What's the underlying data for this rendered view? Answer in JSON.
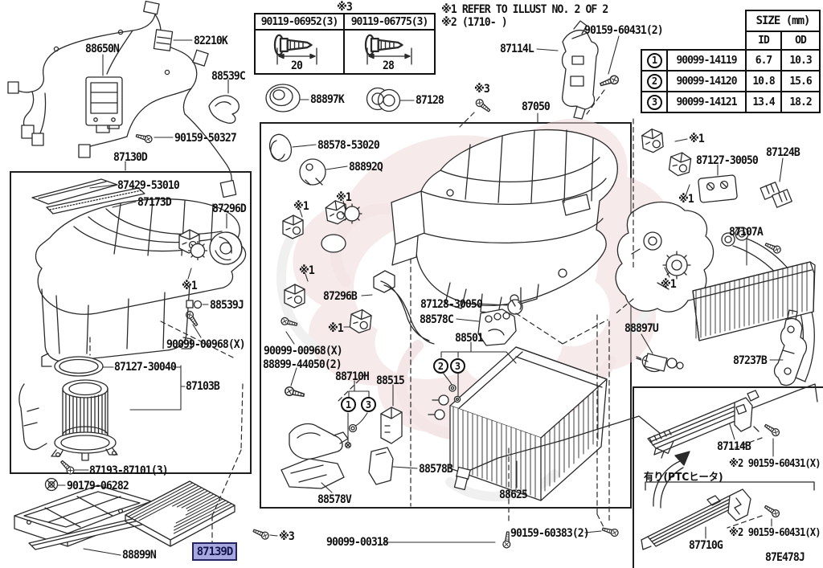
{
  "notes": {
    "note1": "※1 REFER TO ILLUST NO. 2 OF 2",
    "note2": "※2 (1710-        )"
  },
  "bolt_table": {
    "mark": "※3",
    "left_part": "90119-06952(3)",
    "left_dim": "20",
    "right_part": "90119-06775(3)",
    "right_dim": "28"
  },
  "size_table": {
    "title": "SIZE (mm)",
    "id_header": "ID",
    "od_header": "OD",
    "rows": [
      {
        "num": "1",
        "part": "90099-14119",
        "id": "6.7",
        "od": "10.3"
      },
      {
        "num": "2",
        "part": "90099-14120",
        "id": "10.8",
        "od": "15.6"
      },
      {
        "num": "3",
        "part": "90099-14121",
        "id": "13.4",
        "od": "18.2"
      }
    ]
  },
  "parts": {
    "p88650N": "88650N",
    "p82210K": "82210K",
    "p88539C": "88539C",
    "p90159_50327": "90159-50327",
    "p87130D": "87130D",
    "p87114L": "87114L",
    "p90159_60431_2": "90159-60431(2)",
    "p87050": "87050",
    "p87429_53010": "87429-53010",
    "p87173D": "87173D",
    "p87296D": "87296D",
    "p88539J": "88539J",
    "p90099_00968X": "90099-00968(X)",
    "p87127_30040": "87127-30040",
    "p87103B": "87103B",
    "p87193_87101_3": "87193-87101(3)",
    "p90179_06282": "90179-06282",
    "p88899N": "88899N",
    "p88897K": "88897K",
    "p87128": "87128",
    "p88578_53020": "88578-53020",
    "p88892Q": "88892Q",
    "p87296B": "87296B",
    "p88899_44050_2": "88899-44050(2)",
    "p88710H": "88710H",
    "p88515": "88515",
    "p87128_30050": "87128-30050",
    "p88578C": "88578C",
    "p88501": "88501",
    "p88578B": "88578B",
    "p88578V": "88578V",
    "p88625": "88625",
    "p90099_00318": "90099-00318",
    "p90159_60383_2": "90159-60383(2)",
    "p87127_30050": "87127-30050",
    "p87124B": "87124B",
    "p87107A": "87107A",
    "p88897U": "88897U",
    "p87237B": "87237B",
    "p87114B": "87114B",
    "p87710G": "87710G",
    "star1": "※1",
    "star3": "※3",
    "star2_60431X": "※2 90159-60431(X)"
  },
  "callouts": {
    "n1": "1",
    "n2": "2",
    "n3": "3"
  },
  "highlight": {
    "part": "87139D",
    "bg": "#a8a8e0",
    "border": "#23235f",
    "text_color": "#15154d"
  },
  "ptc_section": "有り(PTCヒータ)",
  "diagram_code": "87E478J",
  "art_colors": {
    "line": "#2a2a2a",
    "watermark_pink": "#efd9d9",
    "watermark_gray": "#e4e4e4"
  }
}
